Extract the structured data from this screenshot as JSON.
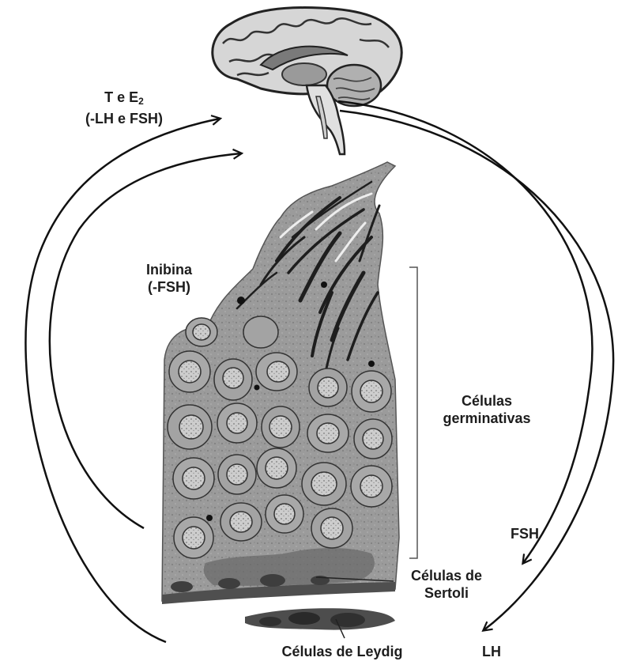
{
  "labels": {
    "hormones_brain": {
      "line1_prefix": "T e E",
      "line1_sub": "2",
      "line2": "(-LH e FSH)"
    },
    "inhibin": {
      "line1": "Inibina",
      "line2": "(-FSH)"
    },
    "germ_cells": {
      "line1": "Células",
      "line2": "germinativas"
    },
    "fsh": "FSH",
    "sertoli": {
      "line1": "Células de",
      "line2": "Sertoli"
    },
    "leydig": "Células de Leydig",
    "lh": "LH"
  },
  "colors": {
    "arrow": "#111111",
    "tissue_base": "#9a9a9a",
    "tissue_dark": "#4a4a4a",
    "nucleus": "#cfcfcf",
    "brain": "#b5b5b5"
  }
}
